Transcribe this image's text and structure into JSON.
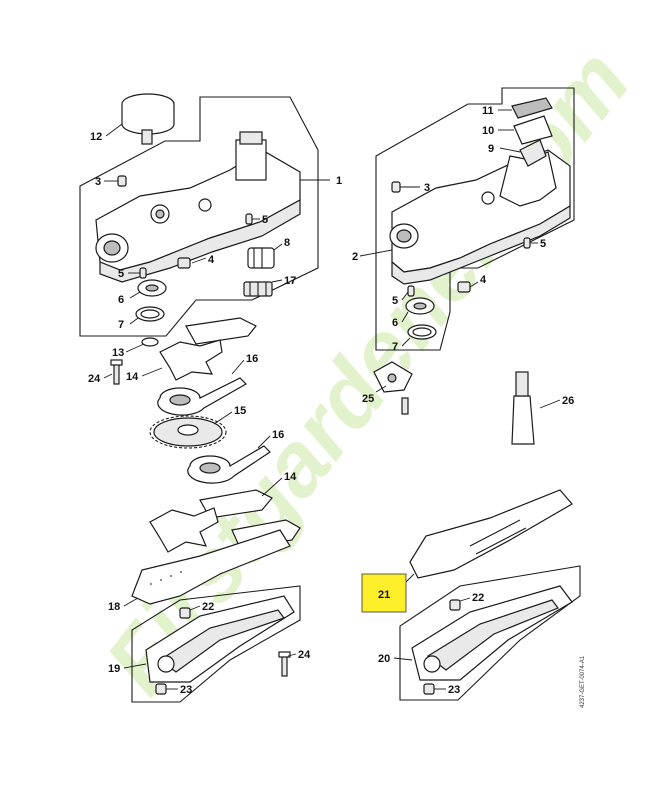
{
  "colors": {
    "highlight": "#ffef2b",
    "watermark": "#9bd24a",
    "line": "#1a1a1a"
  },
  "watermark": {
    "text": "Firstgardener.com"
  },
  "reference_code": "4237-GET-0074-A1",
  "callouts": {
    "c1": "1",
    "c2": "2",
    "c3a": "3",
    "c3b": "3",
    "c4a": "4",
    "c4b": "4",
    "c5a": "5",
    "c5b": "5",
    "c5c": "5",
    "c5d": "5",
    "c6a": "6",
    "c6b": "6",
    "c7a": "7",
    "c7b": "7",
    "c8": "8",
    "c9": "9",
    "c10": "10",
    "c11": "11",
    "c12": "12",
    "c13": "13",
    "c14a": "14",
    "c14b": "14",
    "c15": "15",
    "c16a": "16",
    "c16b": "16",
    "c17": "17",
    "c18": "18",
    "c19": "19",
    "c20": "20",
    "c21": "21",
    "c22a": "22",
    "c22b": "22",
    "c23a": "23",
    "c23b": "23",
    "c24a": "24",
    "c24b": "24",
    "c25": "25",
    "c26": "26"
  },
  "highlighted_part": "21"
}
